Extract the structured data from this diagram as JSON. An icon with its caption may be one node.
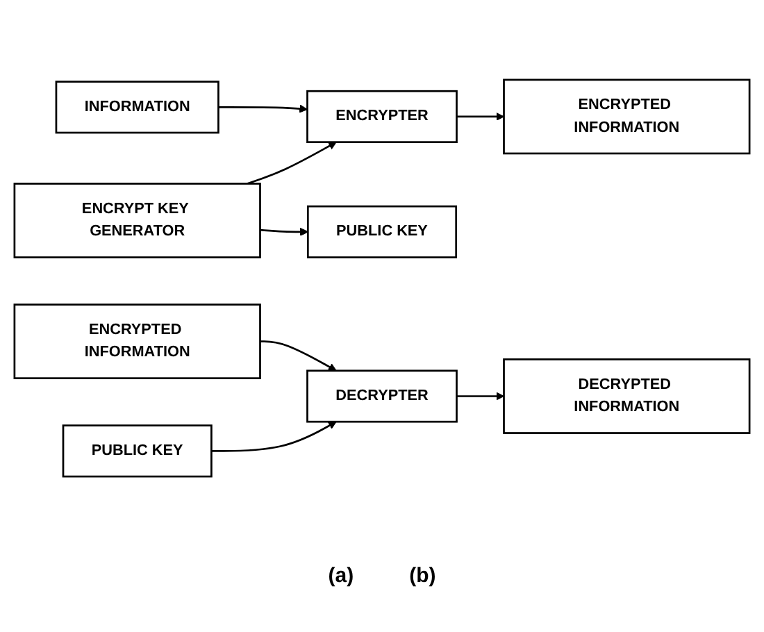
{
  "diagram": {
    "nodes": [
      {
        "text": [
          "INFORMATION"
        ]
      },
      {
        "text": [
          "ENCRYPTER"
        ]
      },
      {
        "text": [
          "ENCRYPTED INFORMATION"
        ]
      },
      {
        "text": [
          "ENCRYPT KEY GENERATOR"
        ]
      },
      {
        "text": [
          "PUBLIC KEY"
        ]
      },
      {
        "text": [
          "ENCRYPTED INFORMATION"
        ]
      },
      {
        "text": [
          "DECRYPTER"
        ]
      },
      {
        "text": [
          "DECRYPTED INFORMATION"
        ]
      },
      {
        "text": [
          "PUBLIC KEY"
        ]
      }
    ],
    "edges": [
      {
        "from": 0,
        "to": 1,
        "arrow": "to"
      },
      {
        "from": 1,
        "to": 2,
        "arrow": "to"
      },
      {
        "from": 3,
        "to": 1,
        "arrow": "to"
      },
      {
        "from": 3,
        "to": 4,
        "arrow": "to"
      },
      {
        "from": 5,
        "to": 6,
        "arrow": "to"
      },
      {
        "from": 6,
        "to": 7,
        "arrow": "to"
      },
      {
        "from": 8,
        "to": 6,
        "arrow": "to"
      }
    ],
    "labels": [
      "(a)",
      "(b)"
    ]
  }
}
